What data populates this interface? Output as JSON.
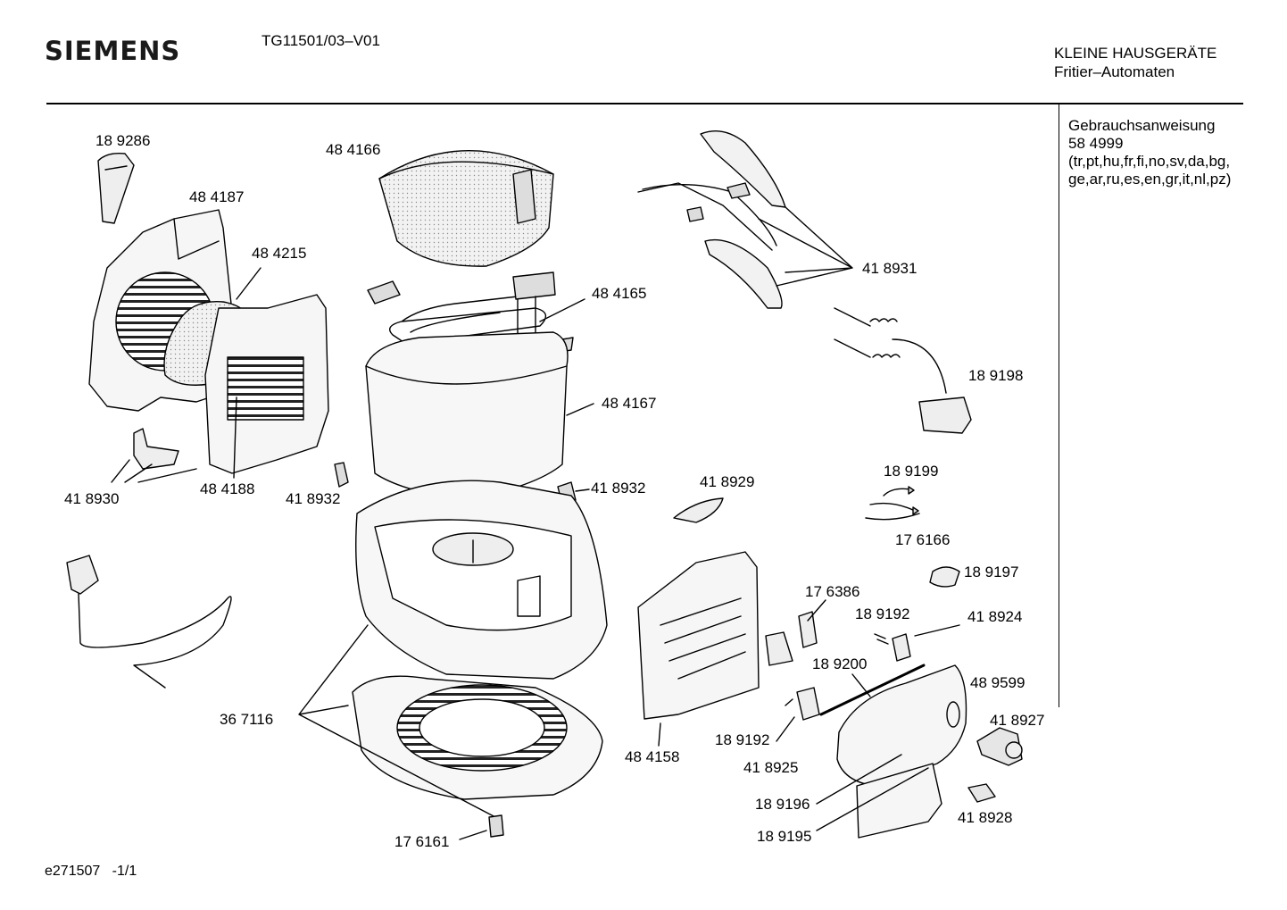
{
  "header": {
    "brand": "SIEMENS",
    "model": "TG11501/03–V01",
    "category_line1": "KLEINE HAUSGERÄTE",
    "category_line2": "Fritier–Automaten"
  },
  "sidebar": {
    "doc_lines": [
      "Gebrauchsanweisung",
      "58 4999",
      "(tr,pt,hu,fr,fi,no,sv,da,bg,",
      "ge,ar,ru,es,en,gr,it,nl,pz)"
    ]
  },
  "parts": [
    "18 9286",
    "48 4166",
    "48 4187",
    "48 4215",
    "48 4165",
    "41 8931",
    "48 4167",
    "18 9198",
    "41 8930",
    "48 4188",
    "41 8932",
    "41 8932",
    "41 8929",
    "18 9199",
    "17 6166",
    "18 9197",
    "17 6386",
    "18 9192",
    "41 8924",
    "18 9200",
    "48 9599",
    "36 7116",
    "41 8927",
    "18 9192",
    "48 4158",
    "41 8925",
    "18 9196",
    "41 8928",
    "18 9195",
    "17 6161"
  ],
  "footer": {
    "drawing_id": "e271507",
    "page": "-1/1"
  }
}
